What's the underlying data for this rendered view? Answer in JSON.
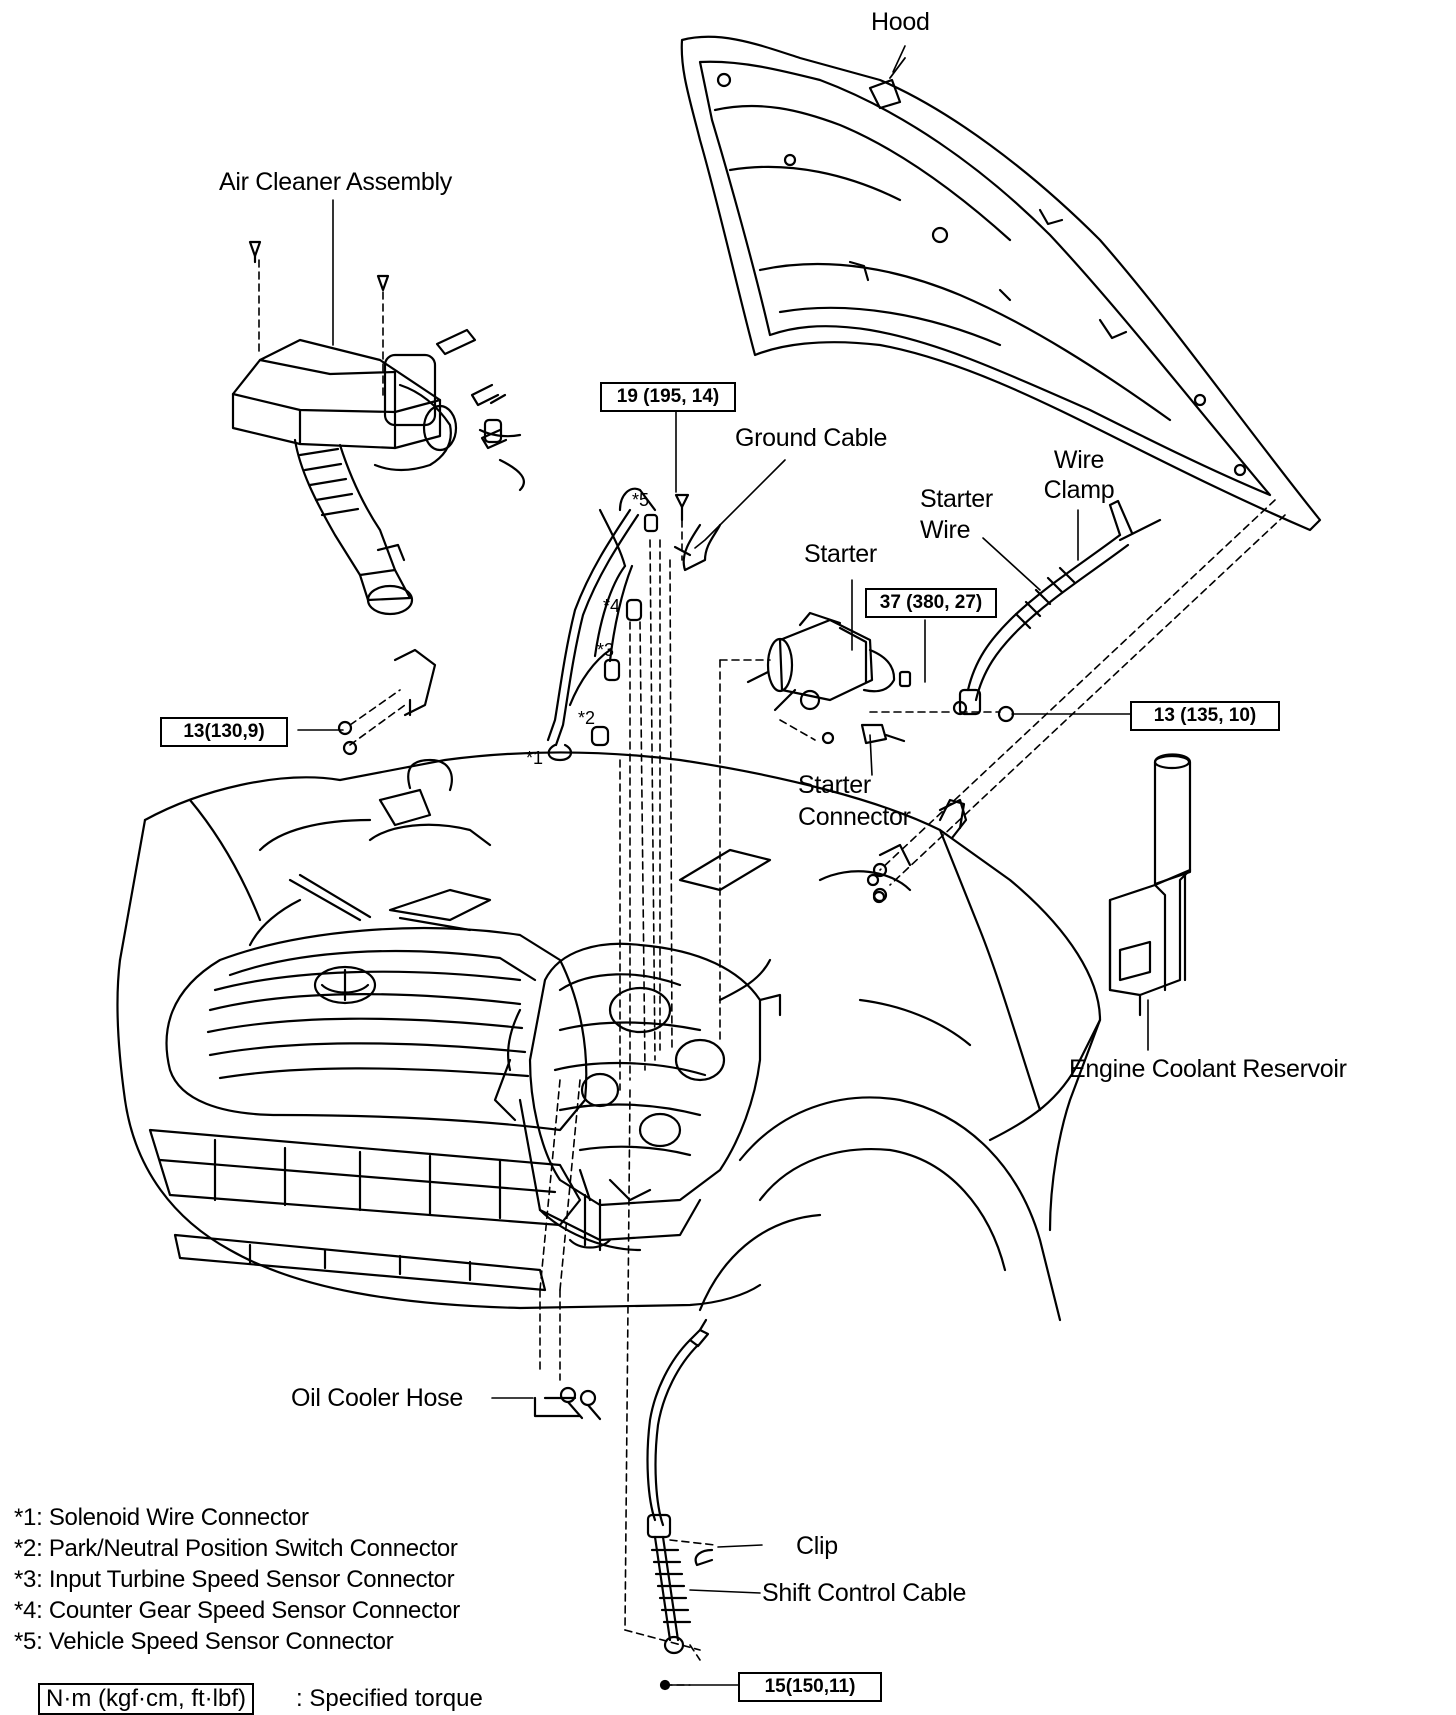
{
  "labels": {
    "hood": "Hood",
    "air_cleaner": "Air Cleaner Assembly",
    "ground_cable": "Ground Cable",
    "wire_clamp_1": "Wire",
    "wire_clamp_2": "Clamp",
    "starter_wire_1": "Starter",
    "starter_wire_2": "Wire",
    "starter": "Starter",
    "starter_connector_1": "Starter",
    "starter_connector_2": "Connector",
    "engine_coolant_reservoir": "Engine Coolant Reservoir",
    "oil_cooler_hose": "Oil Cooler Hose",
    "clip": "Clip",
    "shift_control_cable": "Shift Control Cable"
  },
  "torque_boxes": {
    "t19": "19 (195, 14)",
    "t37": "37 (380, 27)",
    "t13a": "13(130,9)",
    "t13b": "13 (135, 10)",
    "t15": "15(150,11)"
  },
  "callouts": {
    "c1": "*1",
    "c2": "*2",
    "c3": "*3",
    "c4": "*4",
    "c5": "*5"
  },
  "legend": [
    "*1: Solenoid Wire Connector",
    "*2: Park/Neutral Position Switch Connector",
    "*3: Input Turbine Speed Sensor Connector",
    "*4: Counter Gear Speed Sensor Connector",
    "*5: Vehicle Speed Sensor Connector"
  ],
  "torque_key": {
    "unit": "N·m (kgf·cm, ft·lbf)",
    "description": ": Specified torque"
  }
}
